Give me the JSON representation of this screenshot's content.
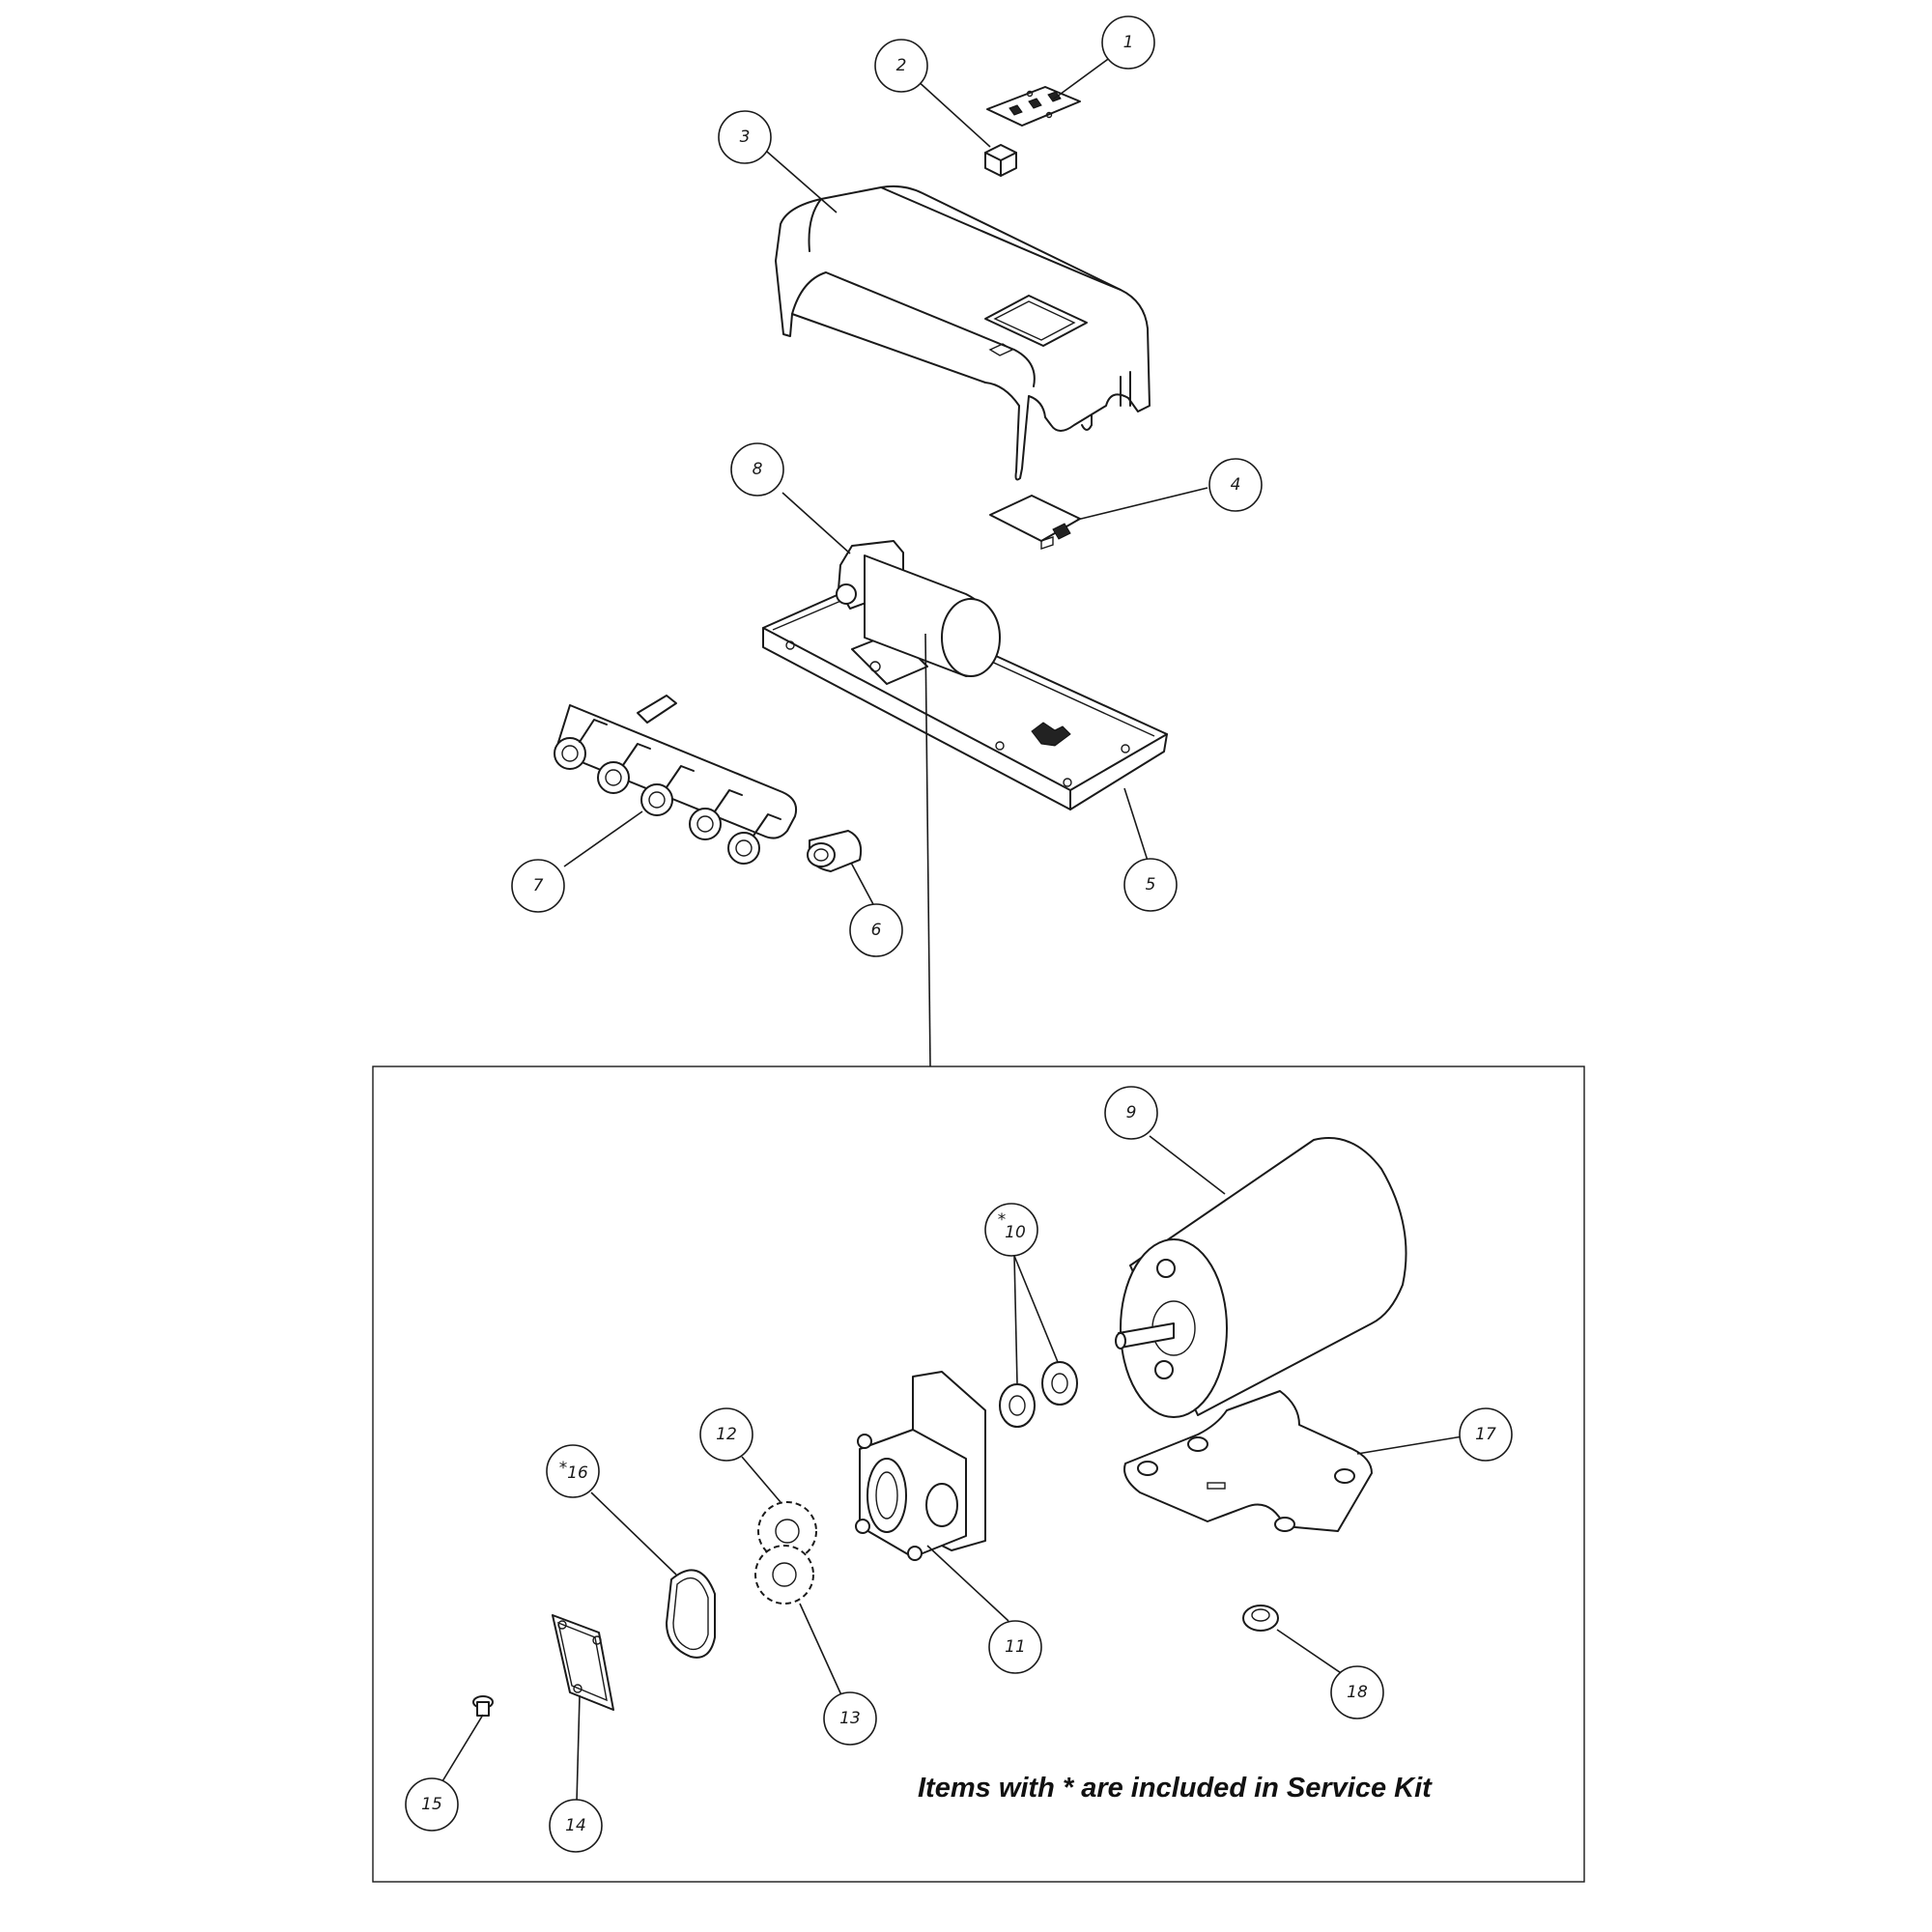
{
  "balloons": {
    "b1": "1",
    "b2": "2",
    "b3": "3",
    "b4": "4",
    "b5": "5",
    "b6": "6",
    "b7": "7",
    "b8": "8",
    "b9": "9",
    "b10": "10",
    "b11": "11",
    "b12": "12",
    "b13": "13",
    "b14": "14",
    "b15": "15",
    "b16": "16",
    "b17": "17",
    "b18": "18"
  },
  "service_kit_marker": "*",
  "note": "Items with * are included in Service Kit",
  "colors": {
    "line": "#1a1a1a",
    "background": "#ffffff"
  }
}
